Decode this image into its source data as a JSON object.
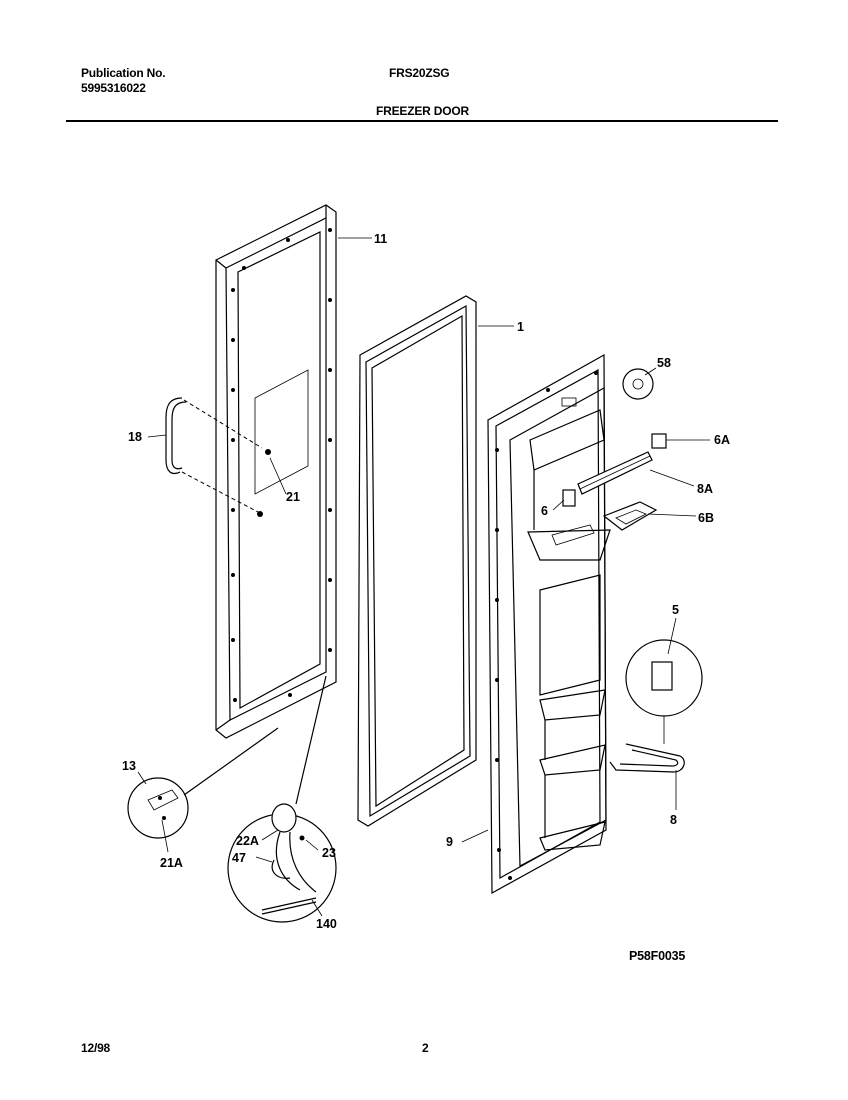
{
  "header": {
    "publication_label": "Publication No.",
    "publication_number": "5995316022",
    "model": "FRS20ZSG",
    "section_title": "FREEZER DOOR"
  },
  "callouts": [
    "11",
    "1",
    "58",
    "18",
    "6A",
    "21",
    "8A",
    "6",
    "6B",
    "5",
    "13",
    "8",
    "22A",
    "9",
    "23",
    "47",
    "21A",
    "140"
  ],
  "diagram_code": "P58F0035",
  "footer": {
    "date": "12/98",
    "page": "2"
  }
}
